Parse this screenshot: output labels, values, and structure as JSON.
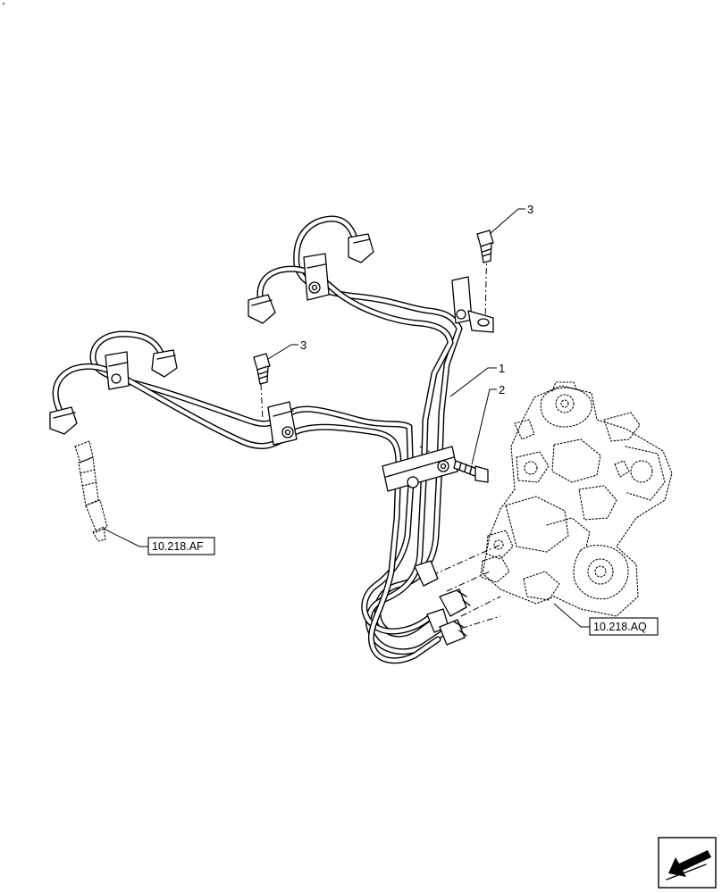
{
  "diagram": {
    "callouts": [
      {
        "id": "callout-1",
        "label": "1"
      },
      {
        "id": "callout-2",
        "label": "2"
      },
      {
        "id": "callout-3-upper",
        "label": "3"
      },
      {
        "id": "callout-3-lower",
        "label": "3"
      }
    ],
    "references": [
      {
        "id": "ref-injector",
        "label": "10.218.AF"
      },
      {
        "id": "ref-pump",
        "label": "10.218.AQ"
      }
    ],
    "navigation_icon": "previous-page-arrow-icon"
  }
}
